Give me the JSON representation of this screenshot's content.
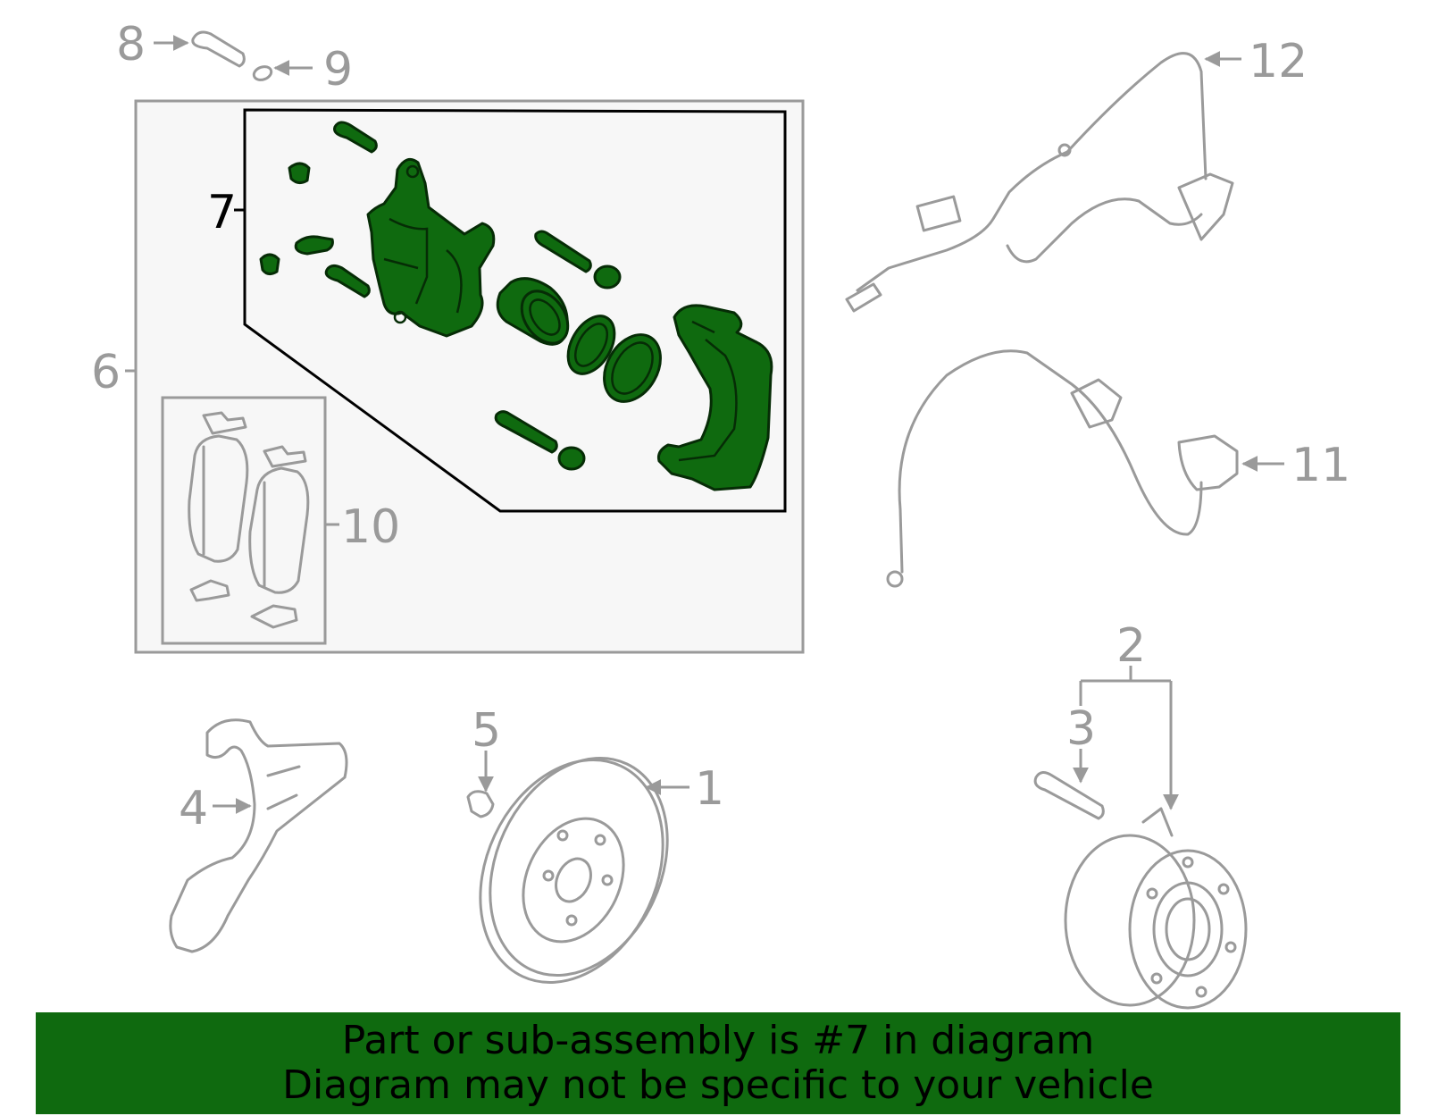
{
  "callouts": {
    "c1": "1",
    "c2": "2",
    "c3": "3",
    "c4": "4",
    "c5": "5",
    "c6": "6",
    "c7": "7",
    "c8": "8",
    "c9": "9",
    "c10": "10",
    "c11": "11",
    "c12": "12"
  },
  "highlighted_callout": "7",
  "banner": {
    "line1": "Part or sub-assembly is #7 in diagram",
    "line2": "Diagram may not be specific to your vehicle"
  },
  "colors": {
    "highlight_green": "#0f6a0f",
    "part_gray": "#9a9a9a",
    "panel_bg": "#f7f7f7"
  }
}
